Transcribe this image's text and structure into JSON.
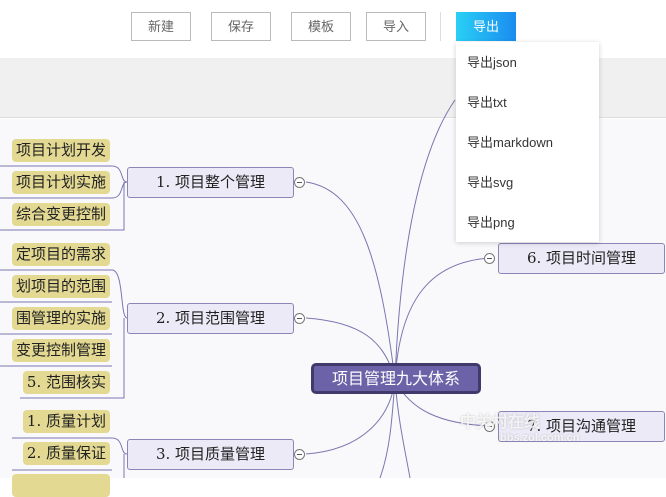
{
  "toolbar": {
    "new": "新建",
    "save": "保存",
    "template": "模板",
    "import": "导入",
    "export": "导出"
  },
  "export_menu": [
    "导出json",
    "导出txt",
    "导出markdown",
    "导出svg",
    "导出png"
  ],
  "mindmap": {
    "root": "项目管理九大体系",
    "left": [
      {
        "label": "1. 项目整个管理",
        "children": [
          "项目计划开发",
          "项目计划实施",
          "综合变更控制"
        ]
      },
      {
        "label": "2. 项目范围管理",
        "children": [
          "定项目的需求",
          "划项目的范围",
          "围管理的实施",
          "变更控制管理",
          "5. 范围核实"
        ]
      },
      {
        "label": "3. 项目质量管理",
        "children": [
          "1. 质量计划",
          "2. 质量保证"
        ]
      }
    ],
    "right": [
      {
        "label": "6. 项目时间管理"
      },
      {
        "label": "7. 项目沟通管理"
      }
    ]
  },
  "colors": {
    "accent": "#1a8cf0",
    "root": "#6b62a8",
    "leaf": "#e3d993",
    "node": "#eceaf6"
  },
  "watermark": "中关村在线 bbs.zol.com.cn"
}
